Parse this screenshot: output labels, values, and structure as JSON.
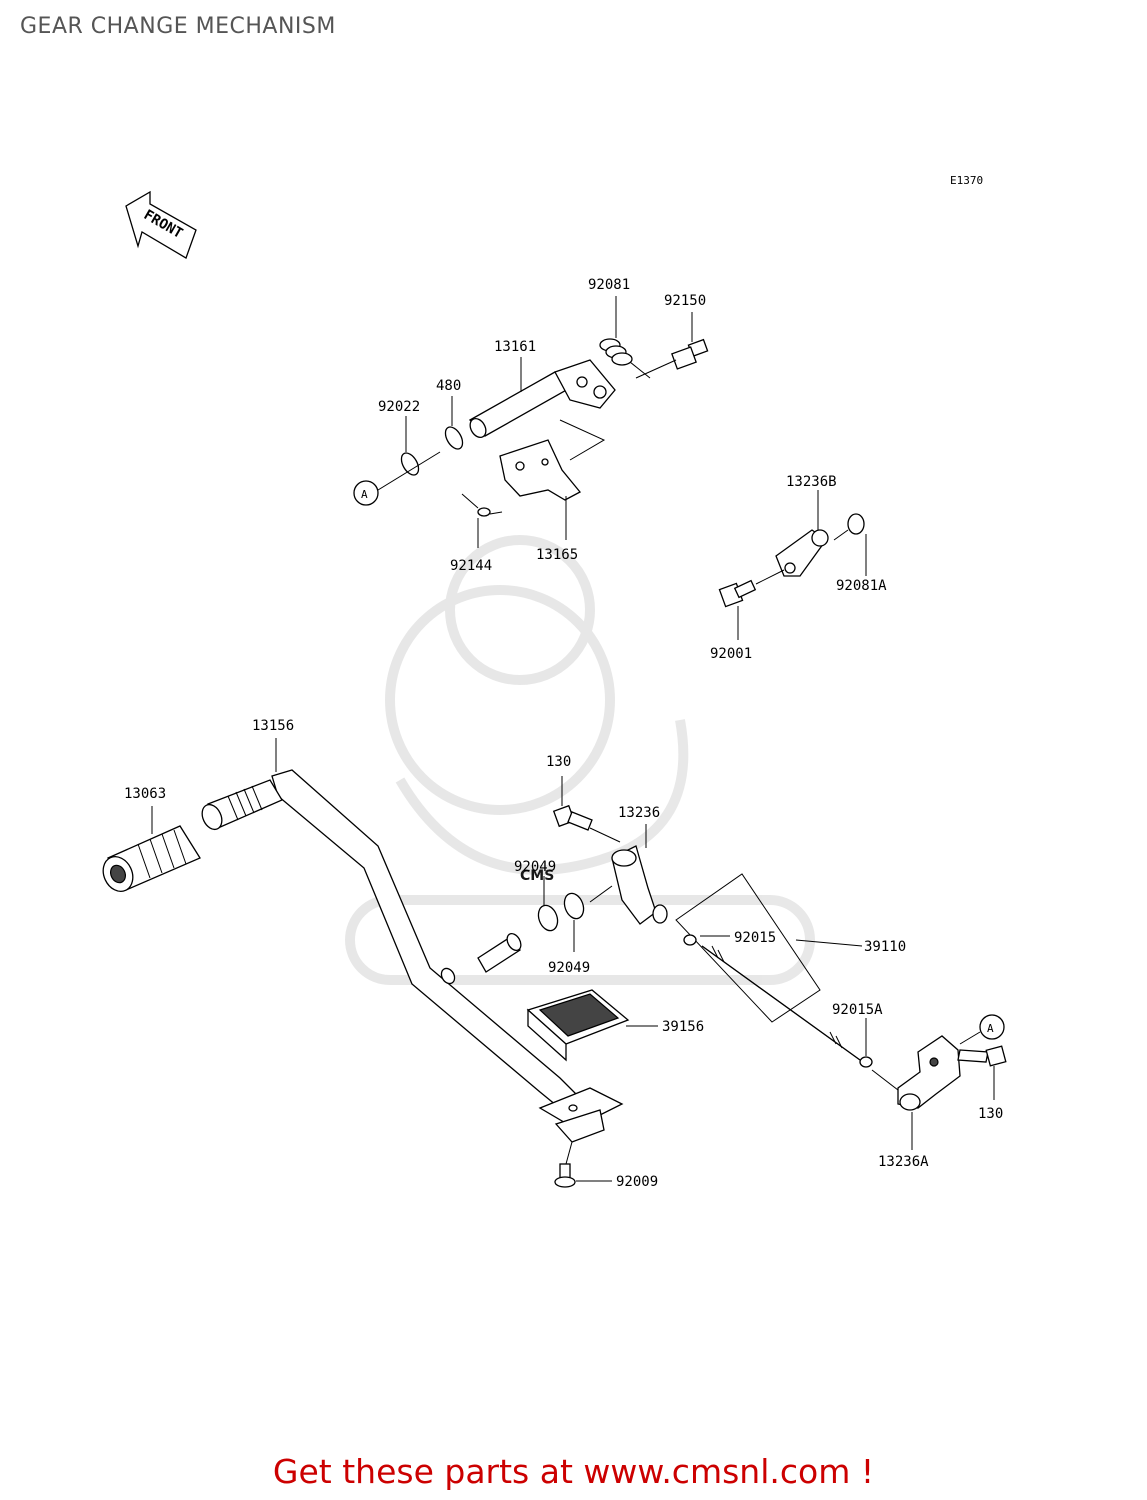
{
  "title": "GEAR CHANGE MECHANISM",
  "diagram_code": "E1370",
  "front_label": "FRONT",
  "reference_mark": "A",
  "part_labels": {
    "p92081": "92081",
    "p92150": "92150",
    "p13161": "13161",
    "p480": "480",
    "p92022": "92022",
    "p92144": "92144",
    "p13165": "13165",
    "p13236B": "13236B",
    "p92081A": "92081A",
    "p92001": "92001",
    "p13156": "13156",
    "p13063": "13063",
    "p130_top": "130",
    "p13236": "13236",
    "p92049_a": "92049",
    "p92049_b": "92049",
    "p92015": "92015",
    "p39110": "39110",
    "p92015A": "92015A",
    "p39156": "39156",
    "p130_right": "130",
    "p13236A": "13236A",
    "p92009": "92009"
  },
  "watermark": "CMS",
  "footer": "Get these parts at www.cmsnl.com !"
}
